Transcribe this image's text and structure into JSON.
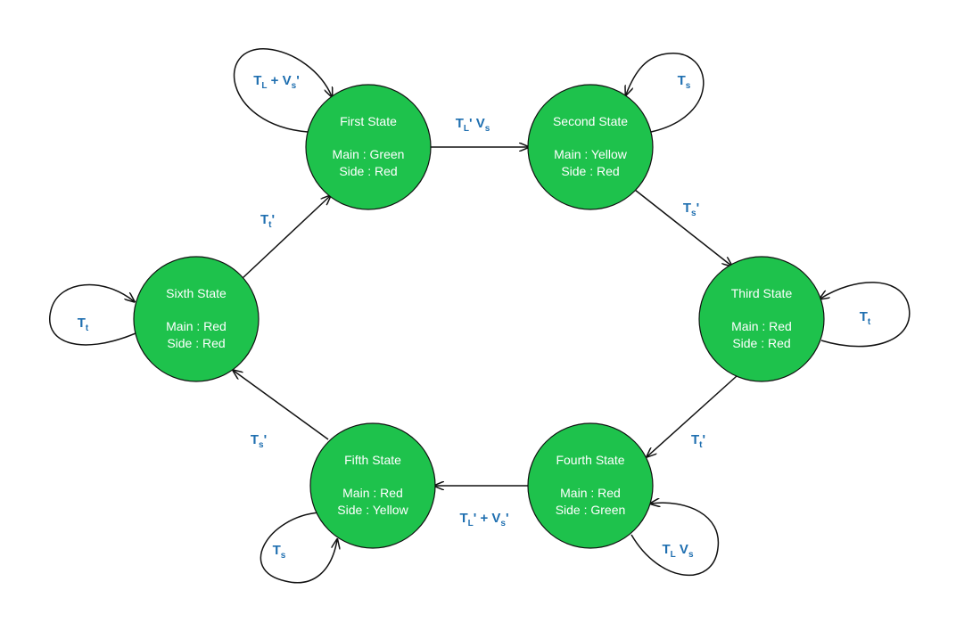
{
  "colors": {
    "state_fill": "#1ec24c",
    "label": "#1f6fb0",
    "edge": "#111111"
  },
  "states": [
    {
      "id": "first",
      "title": "First State",
      "main": "Main : Green",
      "side": "Side : Red"
    },
    {
      "id": "second",
      "title": "Second State",
      "main": "Main : Yellow",
      "side": "Side : Red"
    },
    {
      "id": "third",
      "title": "Third State",
      "main": "Main : Red",
      "side": "Side : Red"
    },
    {
      "id": "fourth",
      "title": "Fourth State",
      "main": "Main : Red",
      "side": "Side : Green"
    },
    {
      "id": "fifth",
      "title": "Fifth State",
      "main": "Main  : Red",
      "side": "Side : Yellow"
    },
    {
      "id": "sixth",
      "title": "Sixth State",
      "main": "Main : Red",
      "side": "Side : Red"
    }
  ],
  "transitions": [
    {
      "from": "first",
      "to": "first",
      "label": [
        [
          "T",
          ""
        ],
        [
          "L",
          "sub"
        ],
        [
          " + V",
          ""
        ],
        [
          "s",
          "sub"
        ],
        [
          "'",
          ""
        ]
      ]
    },
    {
      "from": "first",
      "to": "second",
      "label": [
        [
          "T",
          ""
        ],
        [
          "L",
          "sub"
        ],
        [
          "' V",
          ""
        ],
        [
          "s",
          "sub"
        ]
      ]
    },
    {
      "from": "second",
      "to": "second",
      "label": [
        [
          "T",
          ""
        ],
        [
          "s",
          "sub"
        ]
      ]
    },
    {
      "from": "second",
      "to": "third",
      "label": [
        [
          "T",
          ""
        ],
        [
          "s",
          "sub"
        ],
        [
          "'",
          ""
        ]
      ]
    },
    {
      "from": "third",
      "to": "third",
      "label": [
        [
          "T",
          ""
        ],
        [
          "t",
          "sub"
        ]
      ]
    },
    {
      "from": "third",
      "to": "fourth",
      "label": [
        [
          "T",
          ""
        ],
        [
          "t",
          "sub"
        ],
        [
          "'",
          ""
        ]
      ]
    },
    {
      "from": "fourth",
      "to": "fourth",
      "label": [
        [
          "T",
          ""
        ],
        [
          "L",
          "sub"
        ],
        [
          " V",
          ""
        ],
        [
          "s",
          "sub"
        ]
      ]
    },
    {
      "from": "fourth",
      "to": "fifth",
      "label": [
        [
          "T",
          ""
        ],
        [
          "L",
          "sub"
        ],
        [
          "' + V",
          ""
        ],
        [
          "s",
          "sub"
        ],
        [
          "'",
          ""
        ]
      ]
    },
    {
      "from": "fifth",
      "to": "fifth",
      "label": [
        [
          "T",
          ""
        ],
        [
          "s",
          "sub"
        ]
      ]
    },
    {
      "from": "fifth",
      "to": "sixth",
      "label": [
        [
          "T",
          ""
        ],
        [
          "s",
          "sub"
        ],
        [
          "'",
          ""
        ]
      ]
    },
    {
      "from": "sixth",
      "to": "sixth",
      "label": [
        [
          "T",
          ""
        ],
        [
          "t",
          "sub"
        ]
      ]
    },
    {
      "from": "sixth",
      "to": "first",
      "label": [
        [
          "T",
          ""
        ],
        [
          "t",
          "sub"
        ],
        [
          "'",
          ""
        ]
      ]
    }
  ]
}
